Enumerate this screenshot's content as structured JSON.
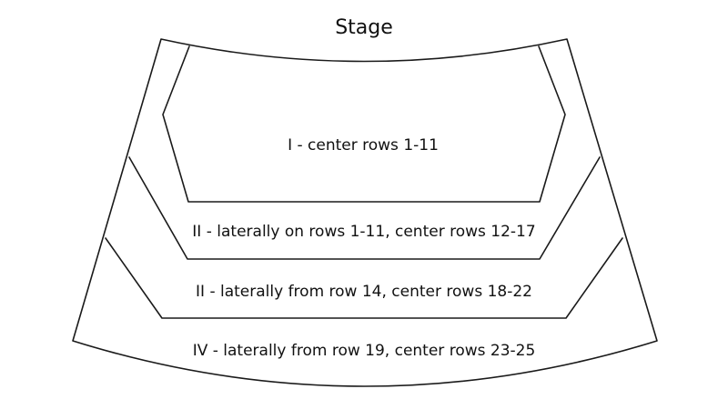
{
  "stage": {
    "label": "Stage"
  },
  "zones": [
    {
      "id": "I",
      "label": "I - center rows 1-11"
    },
    {
      "id": "II",
      "label": "II - laterally on rows 1-11, center rows 12-17"
    },
    {
      "id": "III",
      "label": "II - laterally from row 14, center rows 18-22"
    },
    {
      "id": "IV",
      "label": "IV - laterally from row 19, center rows 23-25"
    }
  ],
  "colors": {
    "line": "#1a1a1a",
    "background": "#ffffff",
    "text": "#111111"
  }
}
